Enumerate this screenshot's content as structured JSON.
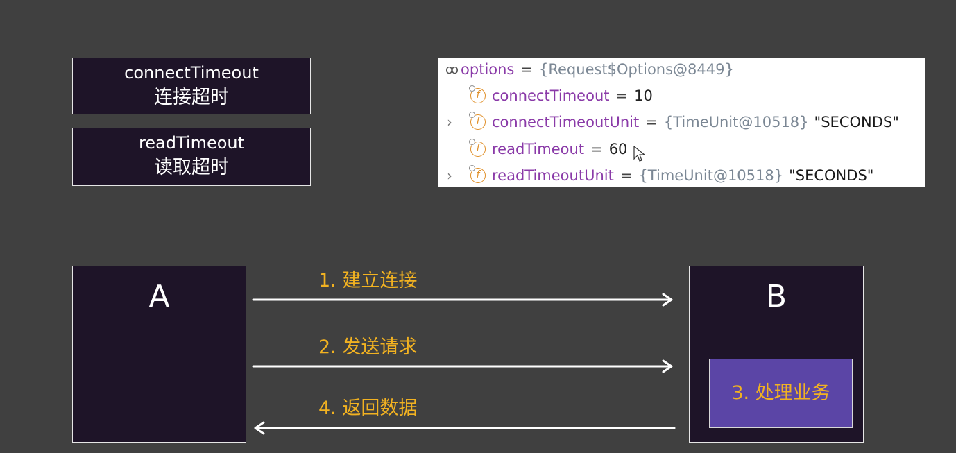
{
  "labels": {
    "connect": {
      "en": "connectTimeout",
      "zh": "连接超时"
    },
    "read": {
      "en": "readTimeout",
      "zh": "读取超时"
    }
  },
  "debugger": {
    "root": {
      "name": "options",
      "eq": "=",
      "value": "{Request$Options@8449}"
    },
    "fields": [
      {
        "icon": "f",
        "name": "connectTimeout",
        "eq": "=",
        "ref": "",
        "value": "10",
        "expandable": false
      },
      {
        "icon": "f",
        "name": "connectTimeoutUnit",
        "eq": "=",
        "ref": "{TimeUnit@10518}",
        "value": "\"SECONDS\"",
        "expandable": true
      },
      {
        "icon": "f",
        "name": "readTimeout",
        "eq": "=",
        "ref": "",
        "value": "60",
        "expandable": false
      },
      {
        "icon": "f",
        "name": "readTimeoutUnit",
        "eq": "=",
        "ref": "{TimeUnit@10518}",
        "value": "\"SECONDS\"",
        "expandable": true
      }
    ]
  },
  "diagram": {
    "node_a": "A",
    "node_b": "B",
    "process": "3. 处理业务",
    "steps": {
      "step1": "1. 建立连接",
      "step2": "2. 发送请求",
      "step4": "4. 返回数据"
    }
  },
  "colors": {
    "background": "#404040",
    "box_fill": "#1e1428",
    "accent": "#f2b221",
    "process_fill": "#5b45a6"
  }
}
